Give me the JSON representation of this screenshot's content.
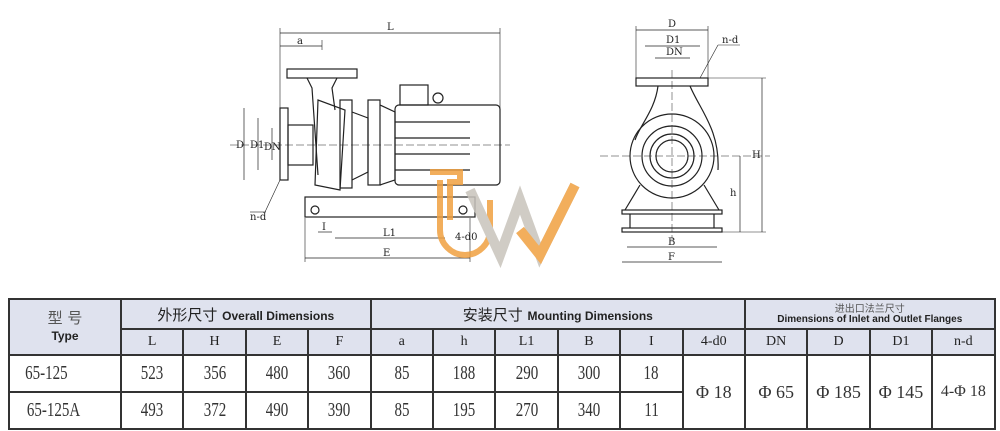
{
  "drawing": {
    "side_view_labels": {
      "L": "L",
      "a": "a",
      "D": "D",
      "D1": "D1",
      "DN": "DN",
      "n_d": "n-d",
      "I": "I",
      "L1": "L1",
      "E": "E",
      "d0": "4-d0"
    },
    "front_view_labels": {
      "D": "D",
      "D1": "D1",
      "DN": "DN",
      "n_d": "n-d",
      "H": "H",
      "h": "h",
      "B": "B",
      "F": "F"
    },
    "logo_colors": {
      "orange": "#f0a040",
      "grey": "#c8c4bc"
    }
  },
  "table": {
    "type_cn": "型 号",
    "type_en": "Type",
    "groups": [
      {
        "cn": "外形尺寸",
        "en": "Overall Dimensions"
      },
      {
        "cn": "安装尺寸",
        "en": "Mounting Dimensions"
      },
      {
        "cn": "进出口法兰尺寸",
        "en": "Dimensions of Inlet and Outlet Flanges"
      }
    ],
    "columns": [
      "L",
      "H",
      "E",
      "F",
      "a",
      "h",
      "L1",
      "B",
      "I",
      "4-d0",
      "DN",
      "D",
      "D1",
      "n-d"
    ],
    "rows": [
      {
        "model": "65-125",
        "L": "523",
        "H": "356",
        "E": "480",
        "F": "360",
        "a": "85",
        "h": "188",
        "L1": "290",
        "B": "300",
        "I": "18"
      },
      {
        "model": "65-125A",
        "L": "493",
        "H": "372",
        "E": "490",
        "F": "390",
        "a": "85",
        "h": "195",
        "L1": "270",
        "B": "340",
        "I": "11"
      }
    ],
    "shared": {
      "d0": "Φ 18",
      "DN": "Φ 65",
      "D": "Φ 185",
      "D1": "Φ 145",
      "n_d": "4-Φ 18"
    }
  }
}
